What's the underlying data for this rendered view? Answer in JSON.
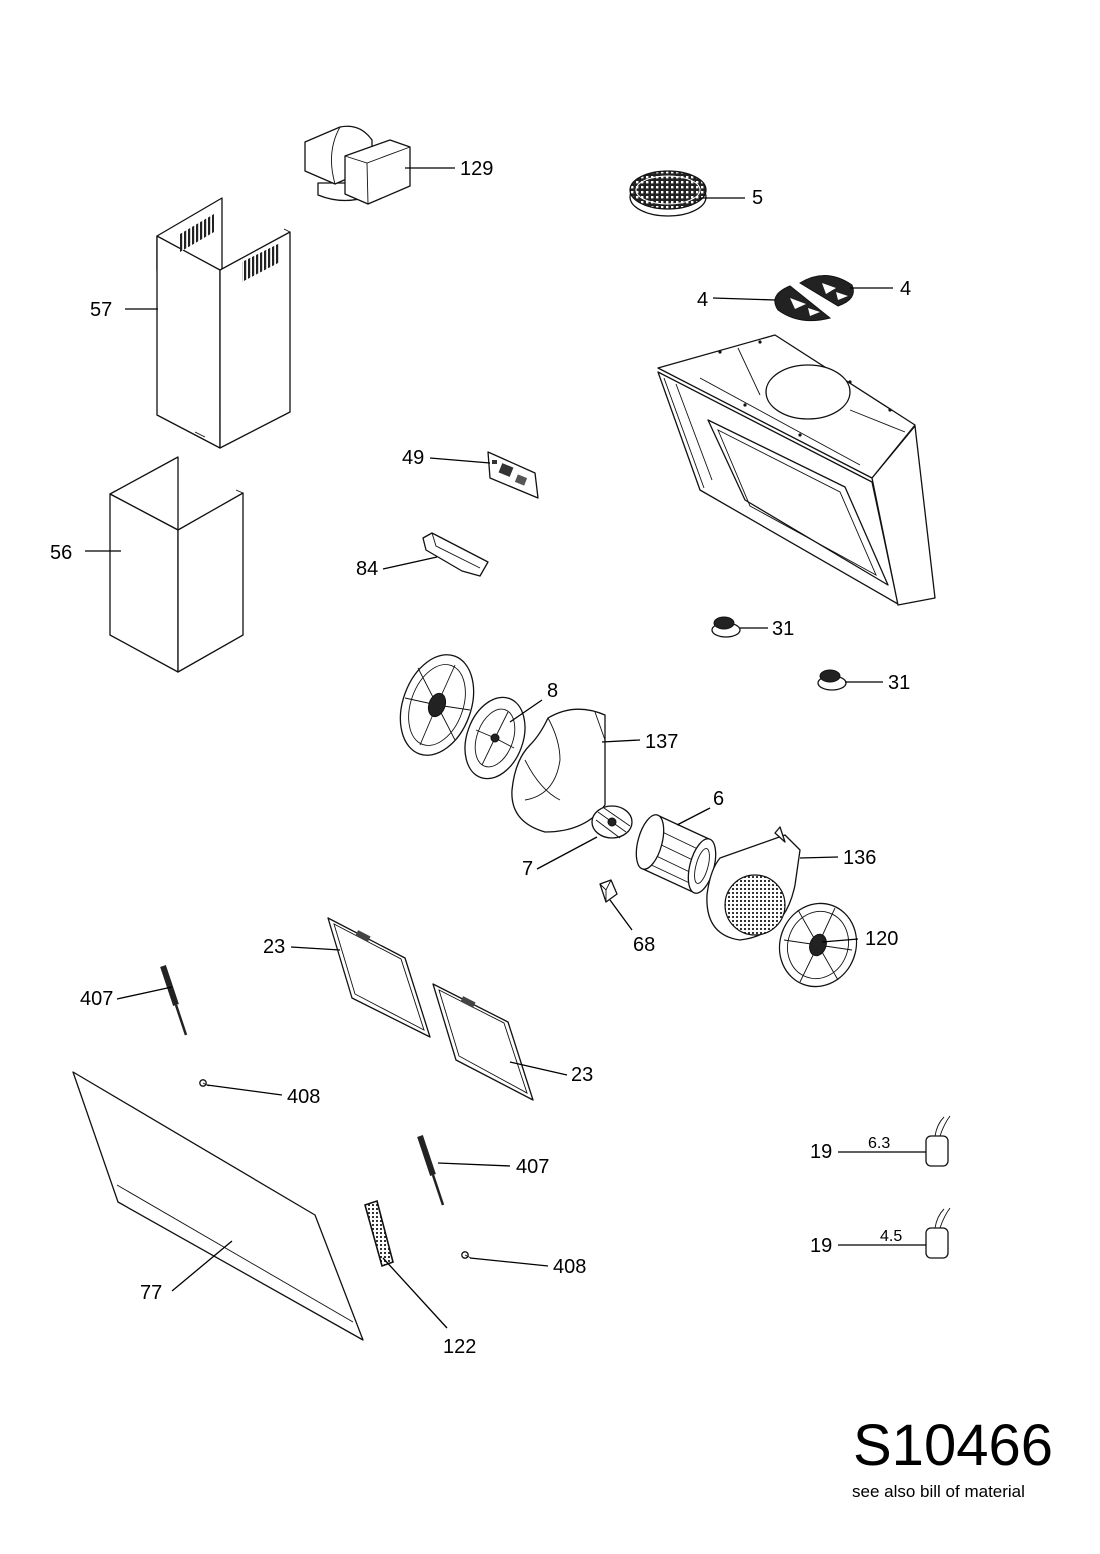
{
  "callouts": [
    {
      "label": "129"
    },
    {
      "label": "5"
    },
    {
      "label": "4"
    },
    {
      "label": "4"
    },
    {
      "label": "57"
    },
    {
      "label": "49"
    },
    {
      "label": "56"
    },
    {
      "label": "84"
    },
    {
      "label": "31"
    },
    {
      "label": "31"
    },
    {
      "label": "8"
    },
    {
      "label": "137"
    },
    {
      "label": "6"
    },
    {
      "label": "7"
    },
    {
      "label": "136"
    },
    {
      "label": "68"
    },
    {
      "label": "23"
    },
    {
      "label": "120"
    },
    {
      "label": "407"
    },
    {
      "label": "23"
    },
    {
      "label": "408"
    },
    {
      "label": "407"
    },
    {
      "label": "19"
    },
    {
      "label": "19"
    },
    {
      "label": "408"
    },
    {
      "label": "77"
    },
    {
      "label": "122"
    }
  ],
  "capacitor_values": [
    "6.3",
    "4.5"
  ],
  "drawing_number": "S10466",
  "footnote": "see also bill of material"
}
